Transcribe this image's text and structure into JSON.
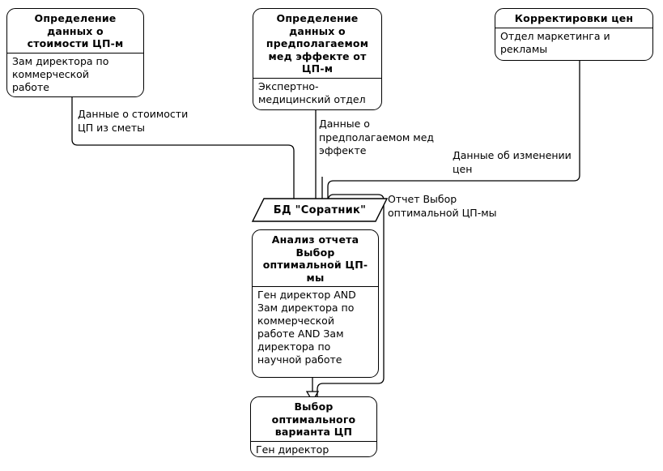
{
  "diagram": {
    "title": "Диаграмма процесса выбора оптимальной ЦП",
    "type": "activity-dataflow-diagram",
    "background_color": "#ffffff",
    "line_color": "#000000"
  },
  "nodes": [
    {
      "id": "opredelenie-stoimosti",
      "title": "Определение\nданных о\nстоимости ЦП-м",
      "role": "Зам директора по\nкоммерческой\nработе",
      "shape": "rounded-rect"
    },
    {
      "id": "opredelenie-med-effekta",
      "title": "Определение\nданных о\nпредполагаемом\nмед эффекте  от\nЦП-м",
      "role": "Экспертно-\nмедицинский  отдел",
      "shape": "rounded-rect"
    },
    {
      "id": "korrektirovki-cen",
      "title": "Корректировки цен",
      "role": "Отдел маркетинга и\nрекламы",
      "shape": "rounded-rect"
    },
    {
      "id": "analiz-otcheta",
      "title": "Анализ отчета\nВыбор\nоптимальной ЦП-\nмы",
      "role": "Ген директор AND\nЗам директора по\nкоммерческой\nработе AND Зам\nдиректора по\nнаучной работе",
      "shape": "rounded-rect"
    },
    {
      "id": "vybor-optimalnogo",
      "title": "Выбор\nоптимального\nварианта ЦП",
      "role": "Ген директор",
      "shape": "rounded-rect"
    }
  ],
  "datastore": {
    "id": "bd-soratnik",
    "label": "БД \"Соратник\"",
    "shape": "parallelogram"
  },
  "edge_labels": [
    {
      "id": "dannye-o-stoimosti",
      "text": "Данные о стоимости\nЦП из сметы"
    },
    {
      "id": "dannye-o-med-effekte",
      "text": "Данные о\nпредполагаемом мед\nэффекте"
    },
    {
      "id": "dannye-ob-izmenenii-cen",
      "text": "Данные об изменении\nцен"
    },
    {
      "id": "otchet-vybor",
      "text": "Отчет Выбор\nоптимальной ЦП-мы"
    }
  ]
}
